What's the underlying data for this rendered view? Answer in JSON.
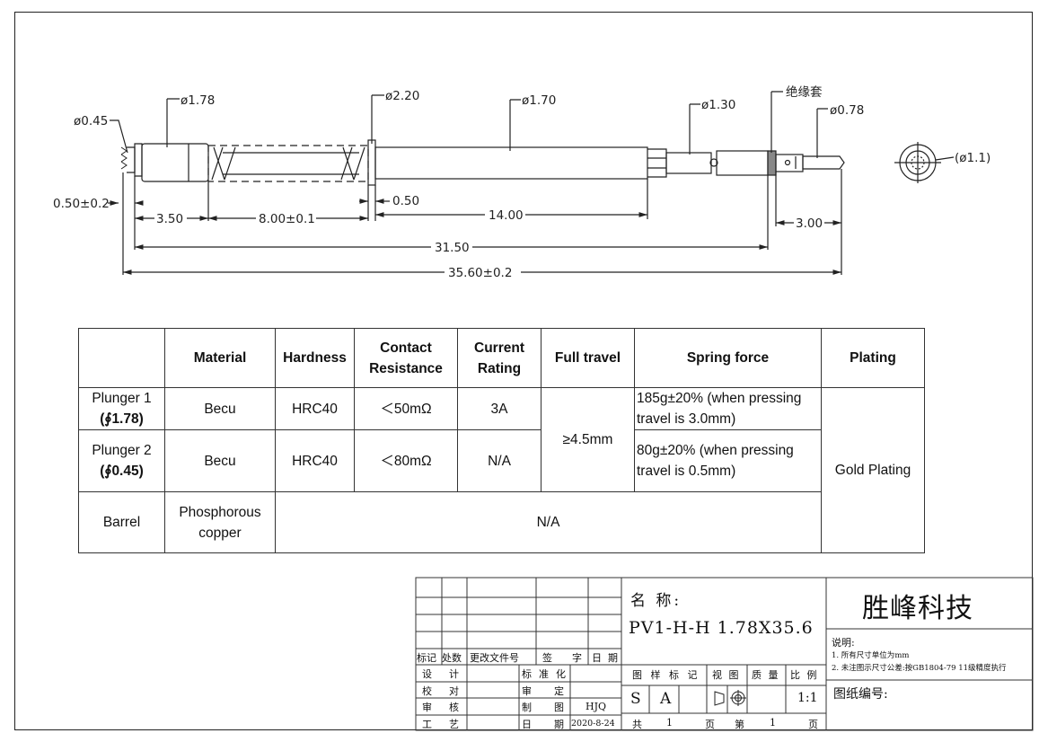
{
  "dimensions": {
    "d_tip": "ø0.45",
    "d_plunger1": "ø1.78",
    "d_flange": "ø2.20",
    "d_barrel": "ø1.70",
    "d_step": "ø1.30",
    "insulator": "绝缘套",
    "d_plunger2": "ø0.78",
    "d_end_view": "(ø1.1)",
    "tip_len": "0.50±0.2",
    "len_3_50": "3.50",
    "spring_len": "8.00±0.1",
    "flange_w": "0.50",
    "len_14": "14.00",
    "len_3_00": "3.00",
    "len_31_50": "31.50",
    "total_len": "35.60±0.2"
  },
  "spec_table": {
    "headers": [
      "",
      "Material",
      "Hardness",
      "Contact Resistance",
      "Current Rating",
      "Full travel",
      "Spring force",
      "Plating"
    ],
    "rows": [
      {
        "part_line1": "Plunger 1",
        "part_line2": "(∮1.78)",
        "material": "Becu",
        "hardness": "HRC40",
        "resistance": "＜50mΩ",
        "current": "3A",
        "spring": "185g±20% (when pressing travel is 3.0mm)"
      },
      {
        "part_line1": "Plunger 2",
        "part_line2": "(∮0.45)",
        "material": "Becu",
        "hardness": "HRC40",
        "resistance": "＜80mΩ",
        "current": "N/A",
        "spring": "80g±20% (when pressing travel is 0.5mm)"
      },
      {
        "part": "Barrel",
        "material": "Phosphorous copper",
        "rest": "N/A"
      }
    ],
    "full_travel": "≥4.5mm",
    "plating": "Gold Plating"
  },
  "title_block": {
    "rev_headers": [
      "标记",
      "处数",
      "更改文件号",
      "签",
      "字",
      "日",
      "期"
    ],
    "roles": [
      [
        "设",
        "计"
      ],
      [
        "校",
        "对"
      ],
      [
        "审",
        "核"
      ],
      [
        "工",
        "艺"
      ]
    ],
    "roles2": [
      [
        "标",
        "准",
        "化"
      ],
      [
        "审",
        "定"
      ],
      [
        "制",
        "图"
      ],
      [
        "日",
        "期"
      ]
    ],
    "drafter": "HJQ",
    "date": "2020-8-24",
    "name_label": "名 称:",
    "part_number": "PV1-H-H 1.78X35.6",
    "mark_label": "图 样 标 记",
    "view_label": "视 图",
    "mass_label": "质 量",
    "scale_label": "比 例",
    "mark_s": "S",
    "mark_a": "A",
    "scale": "1:1",
    "total_label": "共",
    "total_pages": "1",
    "page_unit": "页",
    "page_label": "第",
    "page_no": "1",
    "page_unit2": "页",
    "company": "胜峰科技",
    "notes_title": "说明:",
    "note1": "1. 所有尺寸单位为mm",
    "note2": "2. 未注图示尺寸公差:按GB1804-79  11级精度执行",
    "drawing_no_label": "图纸编号:"
  }
}
